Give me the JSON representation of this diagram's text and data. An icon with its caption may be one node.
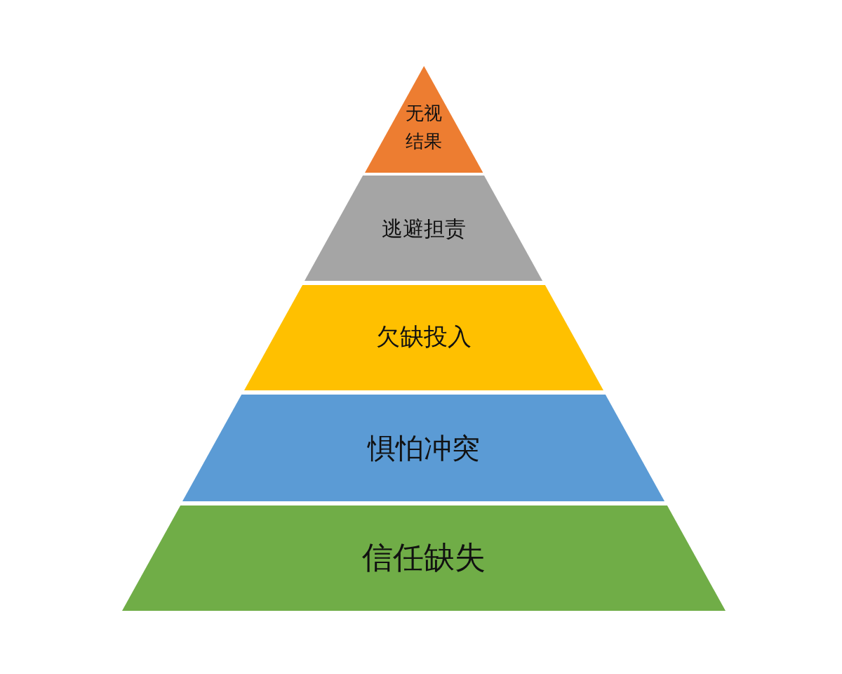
{
  "diagram": {
    "nodes": [
      {
        "text": [
          "无视结果"
        ]
      },
      {
        "text": [
          "逃避担责"
        ]
      },
      {
        "text": [
          "欠缺投入"
        ]
      },
      {
        "text": [
          "惧怕冲突"
        ]
      },
      {
        "text": [
          "信任缺失"
        ]
      }
    ]
  }
}
